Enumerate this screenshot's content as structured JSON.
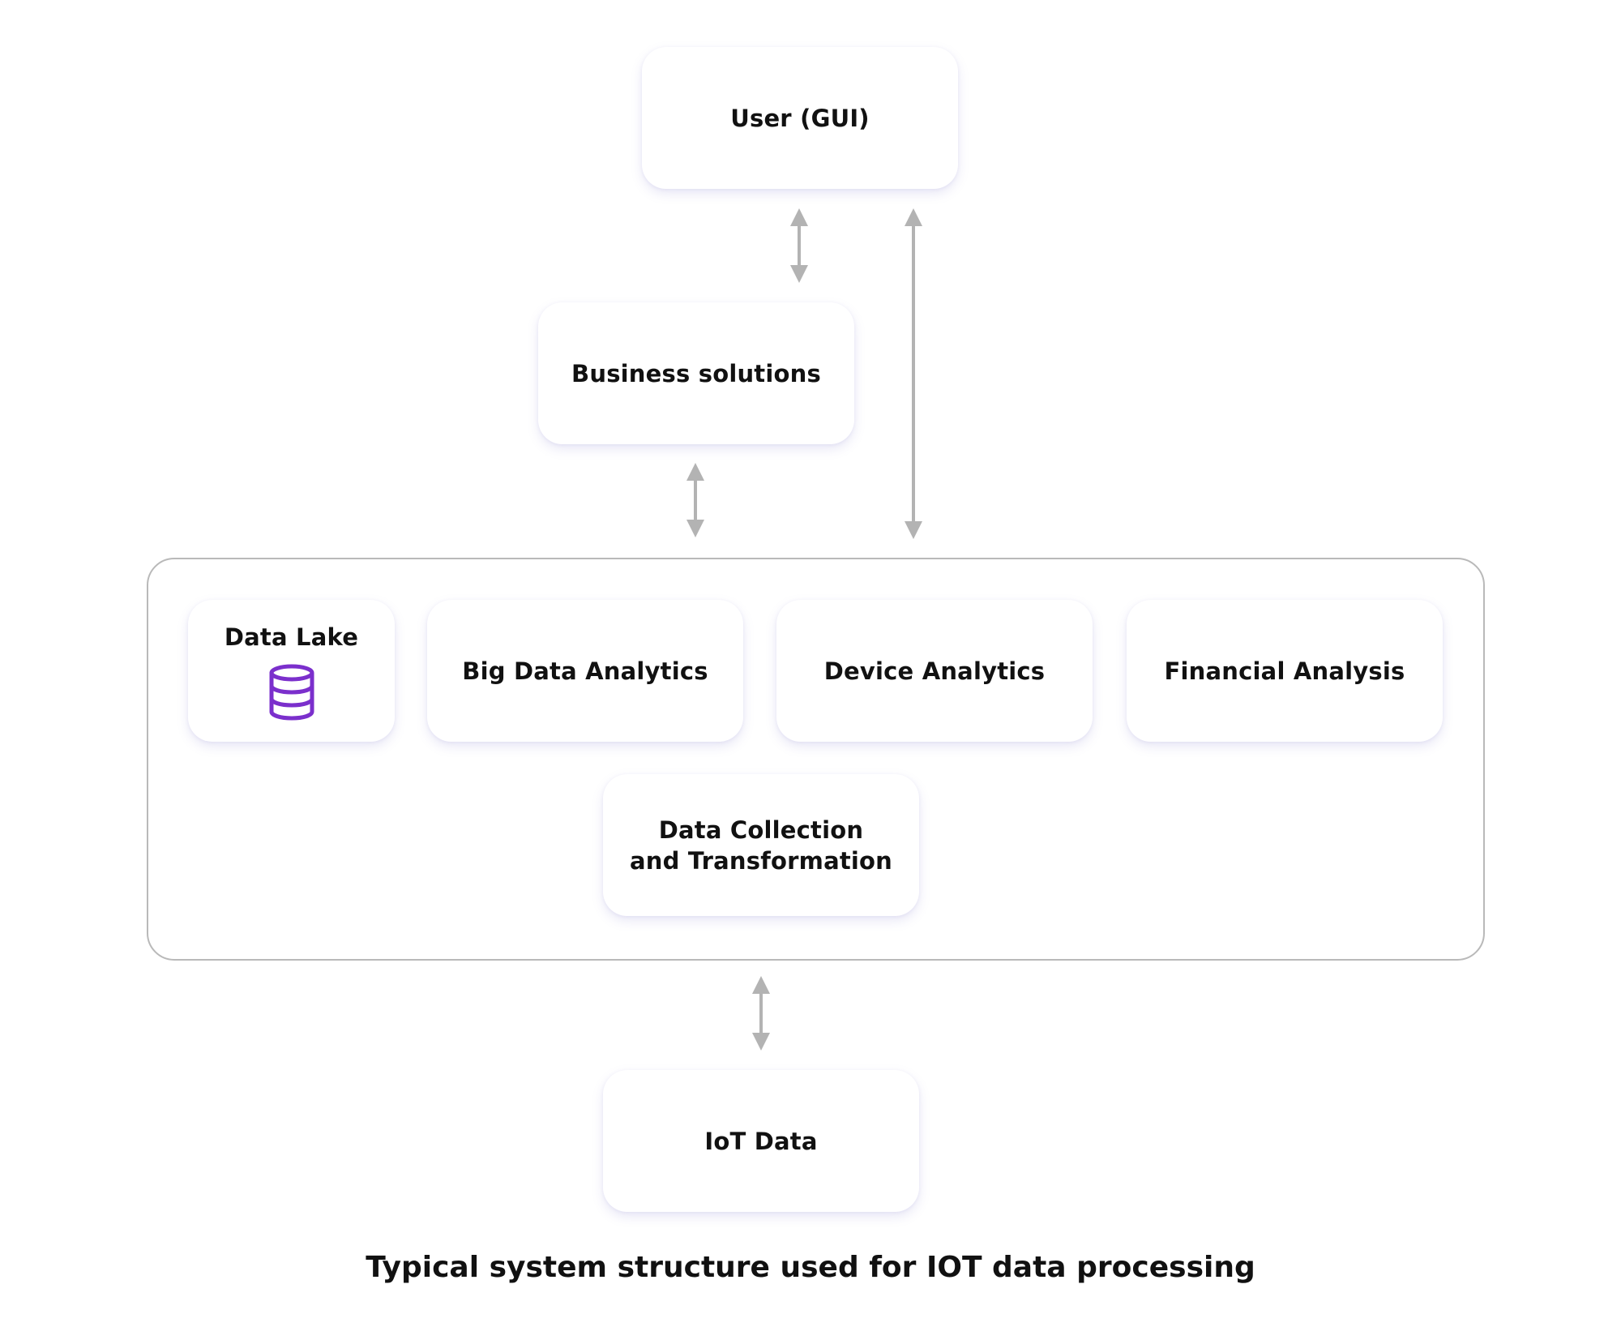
{
  "nodes": {
    "user_gui": "User (GUI)",
    "business_solutions": "Business solutions",
    "data_lake": "Data Lake",
    "big_data_analytics": "Big Data Analytics",
    "device_analytics": "Device Analytics",
    "financial_analysis": "Financial Analysis",
    "data_collection": "Data Collection\nand Transformation",
    "iot_data": "IoT Data"
  },
  "icons": {
    "data_lake_icon": "database-icon"
  },
  "colors": {
    "icon_accent": "#7b2fcc",
    "arrow": "#b3b3b3",
    "container_border": "#b9b9b9"
  },
  "caption": "Typical system structure used for IOT data processing"
}
